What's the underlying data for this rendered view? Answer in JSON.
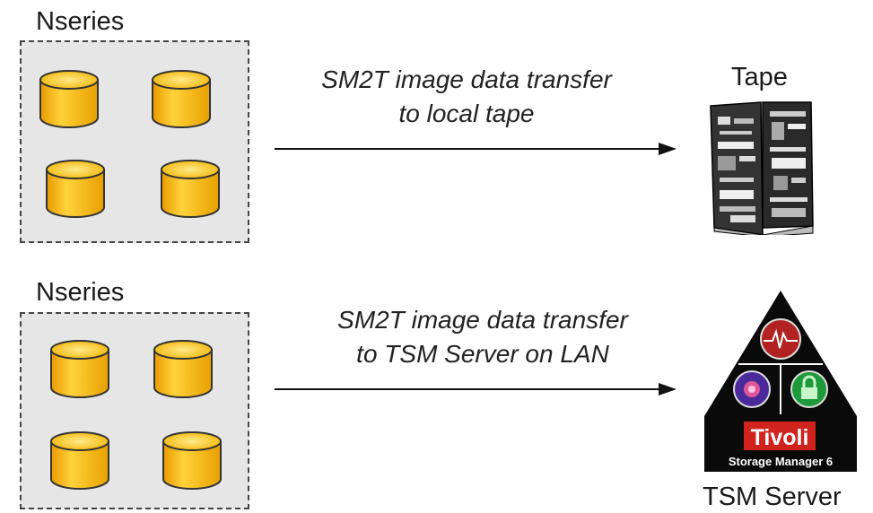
{
  "top": {
    "source_label": "Nseries",
    "caption_line1": "SM2T image data transfer",
    "caption_line2": "to local tape",
    "target_label": "Tape"
  },
  "bottom": {
    "source_label": "Nseries",
    "caption_line1": "SM2T image data transfer",
    "caption_line2": "to TSM Server on LAN",
    "target_label": "TSM Server"
  },
  "tsm_logo": {
    "brand": "Tivoli",
    "product": "Storage Manager 6"
  },
  "colors": {
    "disk_fill": "#f5b800",
    "disk_top": "#ffd84a",
    "box_fill": "#e6e6e6",
    "tsm_heart": "#b22222",
    "tsm_wheel": "#4a2a9a",
    "tsm_lock": "#1f9a3a",
    "tivoli_red": "#d0231e"
  }
}
